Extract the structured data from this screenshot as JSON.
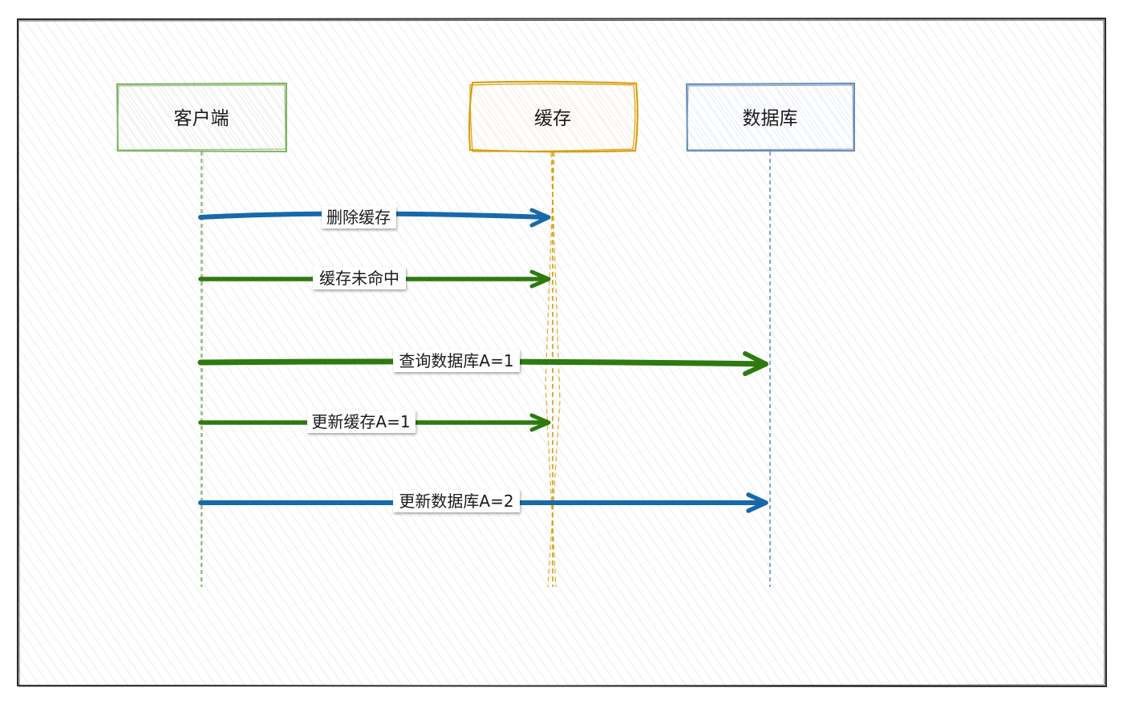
{
  "colors": {
    "frame": "#2b2b2b",
    "hatch": "#d9d9d9",
    "client": "#82b366",
    "client_fill": "#d5e8d4",
    "cache": "#d79b00",
    "cache_fill": "#ffe6cc",
    "database": "#6c8ebf",
    "database_fill": "#dae8fc",
    "blue_arrow": "#1769aa",
    "green_arrow": "#2d7a0f"
  },
  "participants": [
    {
      "id": "client",
      "label": "客户端"
    },
    {
      "id": "cache",
      "label": "缓存"
    },
    {
      "id": "database",
      "label": "数据库"
    }
  ],
  "messages": [
    {
      "label": "删除缓存",
      "from": "client",
      "to": "cache",
      "color": "blue",
      "icon": "arrow-right-icon"
    },
    {
      "label": "缓存未命中",
      "from": "client",
      "to": "cache",
      "color": "green",
      "icon": "arrow-right-icon"
    },
    {
      "label": "查询数据库A=1",
      "from": "client",
      "to": "database",
      "color": "green",
      "icon": "arrow-right-icon"
    },
    {
      "label": "更新缓存A=1",
      "from": "client",
      "to": "cache",
      "color": "green",
      "icon": "arrow-right-icon"
    },
    {
      "label": "更新数据库A=2",
      "from": "client",
      "to": "database",
      "color": "blue",
      "icon": "arrow-right-icon"
    }
  ]
}
